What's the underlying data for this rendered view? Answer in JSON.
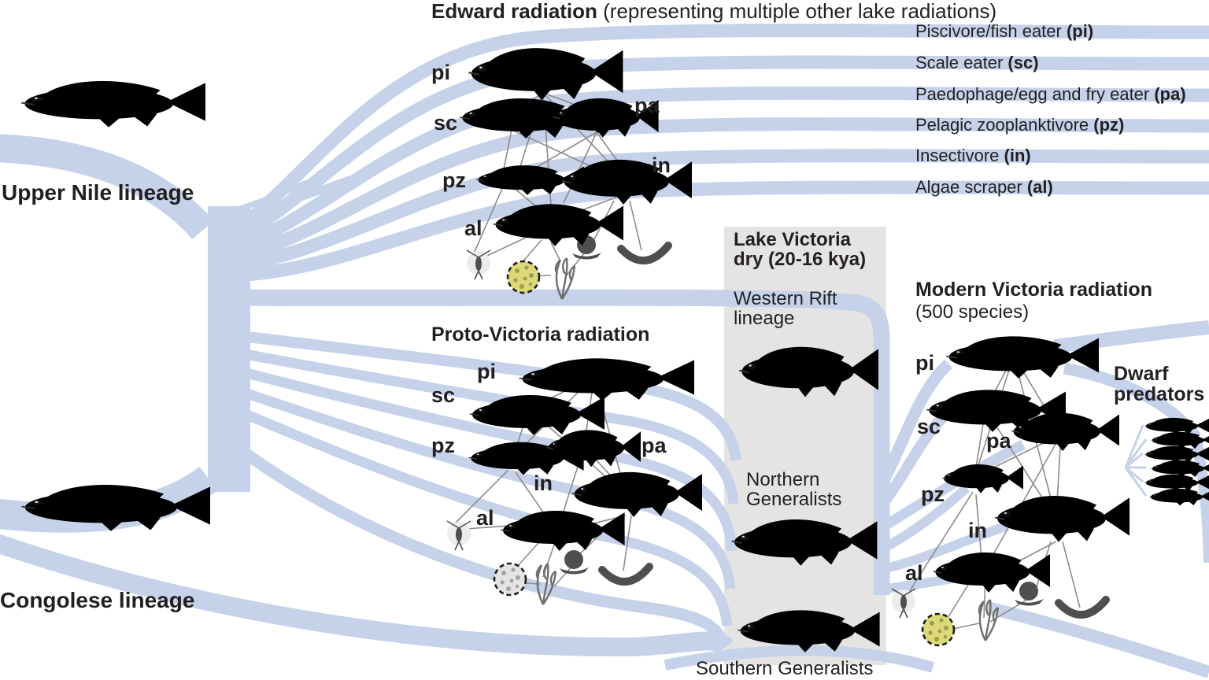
{
  "figure": {
    "edward_title_bold": "Edward radiation",
    "edward_title_rest": " (representing multiple other lake radiations)"
  },
  "legend": [
    {
      "text": "Piscivore/fish eater ",
      "abbr": "(pi)"
    },
    {
      "text": "Scale eater ",
      "abbr": "(sc)"
    },
    {
      "text": "Paedophage/egg and fry eater ",
      "abbr": "(pa)"
    },
    {
      "text": "Pelagic zooplanktivore ",
      "abbr": "(pz)"
    },
    {
      "text": "Insectivore ",
      "abbr": "(in)"
    },
    {
      "text": "Algae scraper ",
      "abbr": "(al)"
    }
  ],
  "lineages": {
    "upper_nile": "Upper Nile lineage",
    "congolese": "Congolese lineage"
  },
  "abbr": {
    "pi": "pi",
    "sc": "sc",
    "pa": "pa",
    "pz": "pz",
    "in": "in",
    "al": "al"
  },
  "proto": {
    "title": "Proto-Victoria radiation"
  },
  "modern": {
    "title": "Modern Victoria radiation",
    "subtitle": "(500 species)"
  },
  "dwarf": {
    "title": "Dwarf predators"
  },
  "victoria_dry": {
    "title": "Lake Victoria dry (20-16 kya)",
    "western_rift": "Western Rift lineage",
    "northern": "Northern Generalists",
    "southern": "Southern Generalists"
  },
  "icons": {
    "copepod": "zooplankton-copepod-icon",
    "algae_ball": "phytoplankton-ball-icon",
    "plant": "algae-plant-icon",
    "snail": "snail-icon",
    "crescent": "insect-larva-icon"
  },
  "colors": {
    "ribbon": "#c5d2e9",
    "box": "#e5e4e3",
    "web_line": "#8c8c8c",
    "text": "#231f20",
    "algae_ball": "#ddd878"
  }
}
